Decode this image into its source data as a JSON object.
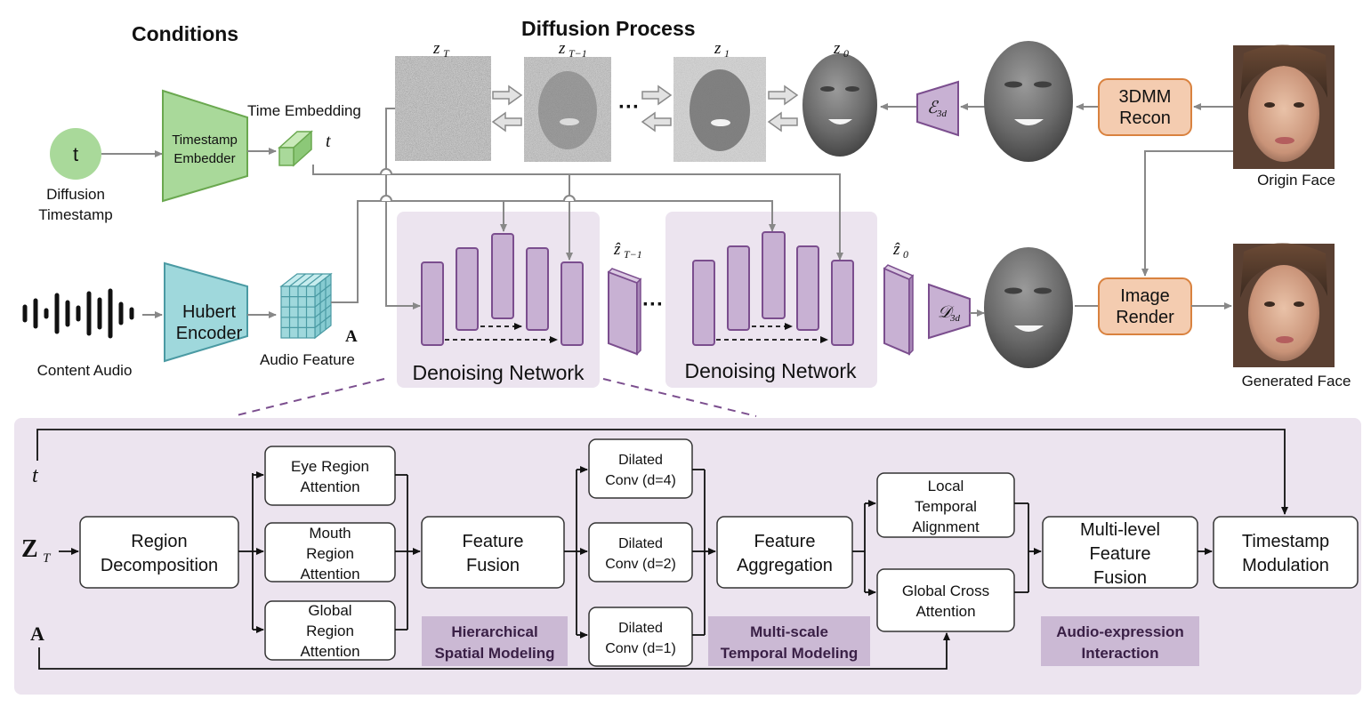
{
  "colors": {
    "green": "#a9d99a",
    "green_border": "#6aa84f",
    "teal": "#9fd8dc",
    "teal_border": "#4a9aa3",
    "purple": "#c8b1d3",
    "purple_border": "#7b4e8e",
    "orange": "#f4ccb0",
    "orange_border": "#d9823f",
    "panel": "#ece4ef",
    "legend": "#cbb9d4",
    "arrow": "#888888"
  },
  "header": {
    "conditions": "Conditions",
    "diffusion": "Diffusion Process"
  },
  "timestamp": {
    "circle": "t",
    "label_line1": "Diffusion",
    "label_line2": "Timestamp",
    "embedder_line1": "Timestamp",
    "embedder_line2": "Embedder",
    "time_embedding": "Time Embedding",
    "t_symbol": "t"
  },
  "audio": {
    "label": "Content Audio",
    "encoder_line1": "Hubert",
    "encoder_line2": "Encoder",
    "feature_label": "Audio Feature",
    "a_symbol": "A"
  },
  "diffusion": {
    "zT": "z",
    "zT_sub": "T",
    "zT1": "z",
    "zT1_sub": "T−1",
    "z1": "z",
    "z1_sub": "1",
    "z0": "z",
    "z0_sub": "0",
    "dots": "···"
  },
  "encoder3d": {
    "symbol": "ℰ",
    "sub": "3d"
  },
  "decoder3d": {
    "symbol": "𝒟",
    "sub": "3d"
  },
  "recon": {
    "line1": "3DMM",
    "line2": "Recon"
  },
  "render": {
    "line1": "Image",
    "line2": "Render"
  },
  "faces": {
    "origin": "Origin Face",
    "generated": "Generated Face"
  },
  "denoise": {
    "label1": "Denoising Network",
    "label2": "Denoising Network",
    "zhat_T1": "ẑ",
    "zhat_T1_sub": "T−1",
    "zhat_0": "ẑ",
    "zhat_0_sub": "0",
    "dots": "···"
  },
  "detail": {
    "t_input": "t",
    "z_input": "Z",
    "z_sub": "T",
    "a_input": "A",
    "region_decomposition_line1": "Region",
    "region_decomposition_line2": "Decomposition",
    "eye_line1": "Eye Region",
    "eye_line2": "Attention",
    "mouth_line1": "Mouth",
    "mouth_line2": "Region",
    "mouth_line3": "Attention",
    "global_region_line1": "Global",
    "global_region_line2": "Region",
    "global_region_line3": "Attention",
    "feature_fusion_line1": "Feature",
    "feature_fusion_line2": "Fusion",
    "conv4_line1": "Dilated",
    "conv4_line2": "Conv (d=4)",
    "conv2_line1": "Dilated",
    "conv2_line2": "Conv (d=2)",
    "conv1_line1": "Dilated",
    "conv1_line2": "Conv (d=1)",
    "aggregation_line1": "Feature",
    "aggregation_line2": "Aggregation",
    "local_line1": "Local",
    "local_line2": "Temporal",
    "local_line3": "Alignment",
    "global_cross_line1": "Global Cross",
    "global_cross_line2": "Attention",
    "mlff_line1": "Multi-level",
    "mlff_line2": "Feature",
    "mlff_line3": "Fusion",
    "modulation_line1": "Timestamp",
    "modulation_line2": "Modulation",
    "tag_spatial_line1": "Hierarchical",
    "tag_spatial_line2": "Spatial Modeling",
    "tag_temporal_line1": "Multi-scale",
    "tag_temporal_line2": "Temporal Modeling",
    "tag_audio_line1": "Audio-expression",
    "tag_audio_line2": "Interaction"
  }
}
